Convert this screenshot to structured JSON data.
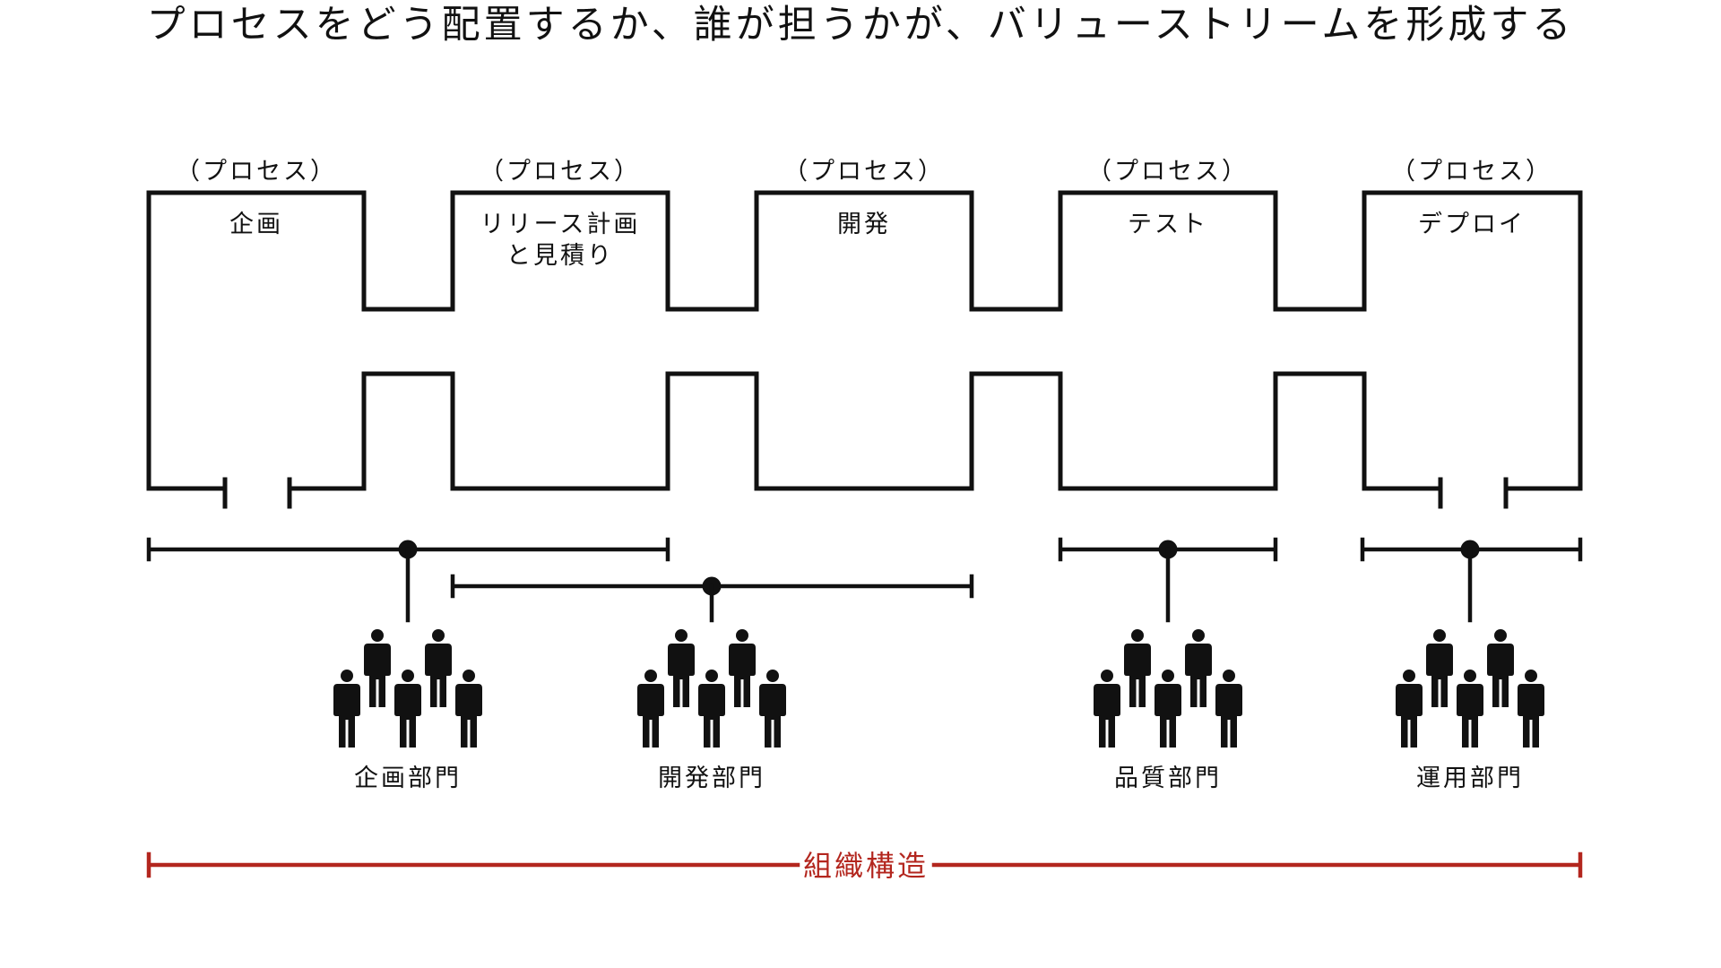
{
  "title": "プロセスをどう配置するか、誰が担うかが、バリューストリームを形成する",
  "processes": [
    {
      "tag": "（プロセス）",
      "lines": [
        "企画"
      ]
    },
    {
      "tag": "（プロセス）",
      "lines": [
        "リリース計画",
        "と見積り"
      ]
    },
    {
      "tag": "（プロセス）",
      "lines": [
        "開発"
      ]
    },
    {
      "tag": "（プロセス）",
      "lines": [
        "テスト"
      ]
    },
    {
      "tag": "（プロセス）",
      "lines": [
        "デプロイ"
      ]
    }
  ],
  "departments": [
    {
      "label": "企画部門",
      "icon": "people-group-icon"
    },
    {
      "label": "開発部門",
      "icon": "people-group-icon"
    },
    {
      "label": "品質部門",
      "icon": "people-group-icon"
    },
    {
      "label": "運用部門",
      "icon": "people-group-icon"
    }
  ],
  "org_structure": {
    "label": "組織構造",
    "icon": "span-arrow-icon"
  },
  "colors": {
    "ink": "#111111",
    "accent": "#b3261e",
    "background": "#ffffff"
  }
}
